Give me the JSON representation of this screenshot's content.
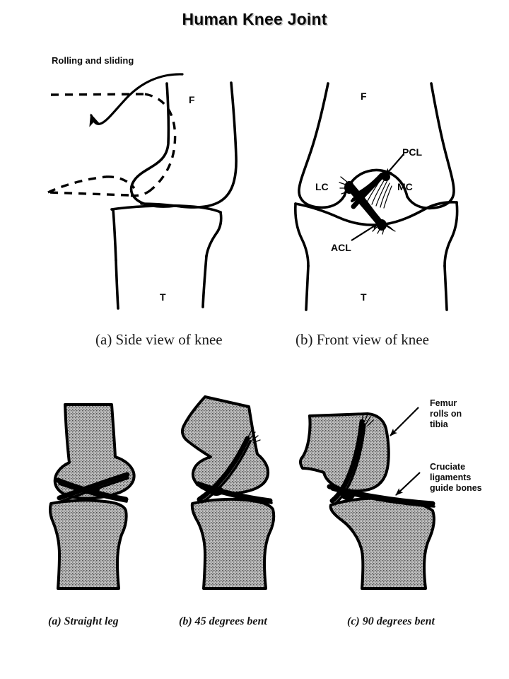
{
  "title": "Human Knee Joint",
  "top_row": {
    "side_view": {
      "caption": "(a) Side view of knee",
      "motion_label": "Rolling and sliding",
      "femur_label": "F",
      "tibia_label": "T"
    },
    "front_view": {
      "caption": "(b) Front view of knee",
      "femur_label": "F",
      "tibia_label": "T",
      "lateral_condyle_label": "LC",
      "medial_condyle_label": "MC",
      "pcl_label": "PCL",
      "acl_label": "ACL"
    }
  },
  "bottom_row": {
    "panels": [
      {
        "caption": "(a) Straight leg"
      },
      {
        "caption": "(b) 45 degrees bent"
      },
      {
        "caption": "(c) 90 degrees bent"
      }
    ],
    "annotations": [
      {
        "text": "Femur\nrolls on\ntibia"
      },
      {
        "text": "Cruciate\nligaments\nguide bones"
      }
    ]
  },
  "colors": {
    "ink": "#000000",
    "background": "#ffffff",
    "bone_fill": "#c9c9c9"
  }
}
